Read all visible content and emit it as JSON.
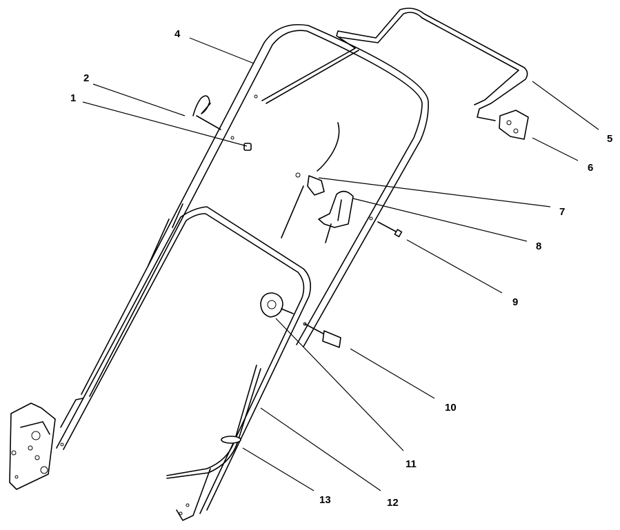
{
  "callouts": [
    {
      "id": "1",
      "label": "1"
    },
    {
      "id": "2",
      "label": "2"
    },
    {
      "id": "4",
      "label": "4"
    },
    {
      "id": "5",
      "label": "5"
    },
    {
      "id": "6",
      "label": "6"
    },
    {
      "id": "7",
      "label": "7"
    },
    {
      "id": "8",
      "label": "8"
    },
    {
      "id": "9",
      "label": "9"
    },
    {
      "id": "10",
      "label": "10"
    },
    {
      "id": "11",
      "label": "11"
    },
    {
      "id": "12",
      "label": "12"
    },
    {
      "id": "13",
      "label": "13"
    }
  ]
}
